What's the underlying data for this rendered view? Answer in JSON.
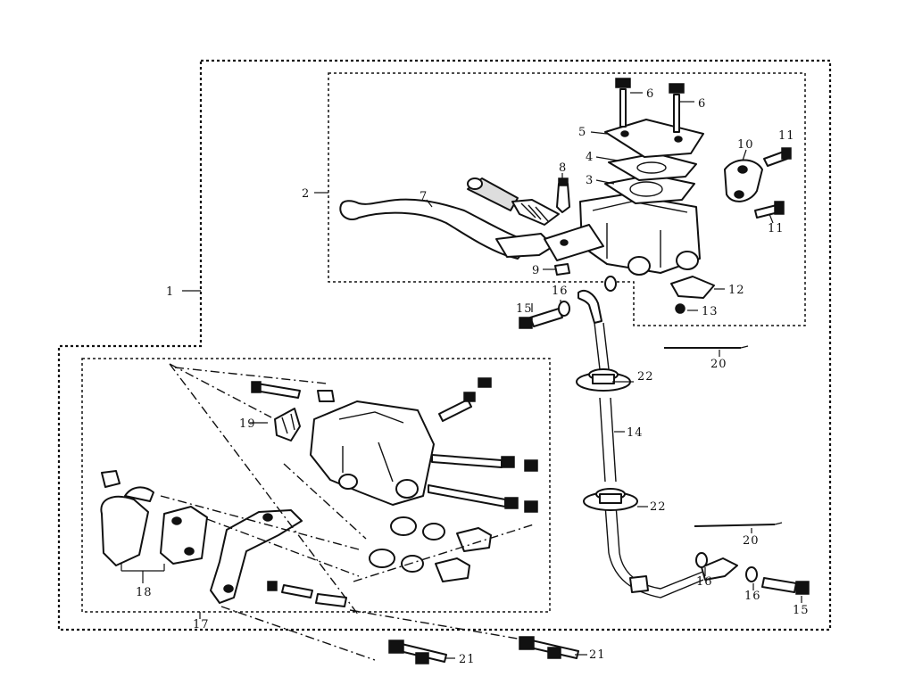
{
  "diagram": {
    "callouts": {
      "c1": "1",
      "c2": "2",
      "c3": "3",
      "c4": "4",
      "c5": "5",
      "c6a": "6",
      "c6b": "6",
      "c7": "7",
      "c8": "8",
      "c9": "9",
      "c10": "10",
      "c11a": "11",
      "c11b": "11",
      "c12": "12",
      "c13": "13",
      "c14": "14",
      "c15a": "15",
      "c15b": "15",
      "c16a": "16",
      "c16b": "16",
      "c16c": "16",
      "c17": "17",
      "c18": "18",
      "c19": "19",
      "c20a": "20",
      "c20b": "20",
      "c21a": "21",
      "c21b": "21",
      "c22a": "22",
      "c22b": "22"
    },
    "line_color": "#111111",
    "background": "#ffffff"
  }
}
